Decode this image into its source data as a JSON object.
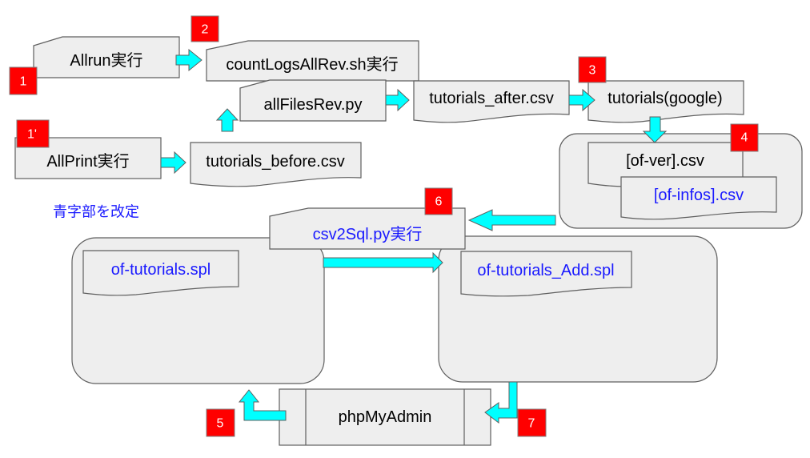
{
  "diagram": {
    "nodes": {
      "allrun": {
        "label": "Allrun実行",
        "color": "#000000"
      },
      "countlogs": {
        "label": "countLogsAllRev.sh実行",
        "color": "#000000"
      },
      "allfilesrev": {
        "label": "allFilesRev.py",
        "color": "#000000"
      },
      "tutorials_after": {
        "label": "tutorials_after.csv",
        "color": "#000000"
      },
      "tutorials_google": {
        "label": "tutorials(google)",
        "color": "#000000"
      },
      "allprint": {
        "label": "AllPrint実行",
        "color": "#000000"
      },
      "tutorials_before": {
        "label": "tutorials_before.csv",
        "color": "#000000"
      },
      "of_ver": {
        "label": "[of-ver].csv",
        "color": "#000000"
      },
      "of_infos": {
        "label": "[of-infos].csv",
        "color": "#1a1aff"
      },
      "csv2sql": {
        "label": "csv2Sql.py実行",
        "color": "#1a1aff"
      },
      "of_tutorials_spl": {
        "label": "of-tutorials.spl",
        "color": "#1a1aff"
      },
      "of_tutorials_add_spl": {
        "label": "of-tutorials_Add.spl",
        "color": "#1a1aff"
      },
      "phpmyadmin": {
        "label": "phpMyAdmin",
        "color": "#000000"
      }
    },
    "badges": {
      "b1": "1",
      "b1p": "1'",
      "b2": "2",
      "b3": "3",
      "b4": "4",
      "b5": "5",
      "b6": "6",
      "b7": "7"
    },
    "note": "青字部を改定",
    "colors": {
      "arrow": "#00ffff",
      "badge": "#ff0000",
      "shape_fill": "#eeeeee",
      "modified_text": "#1a1aff"
    }
  }
}
